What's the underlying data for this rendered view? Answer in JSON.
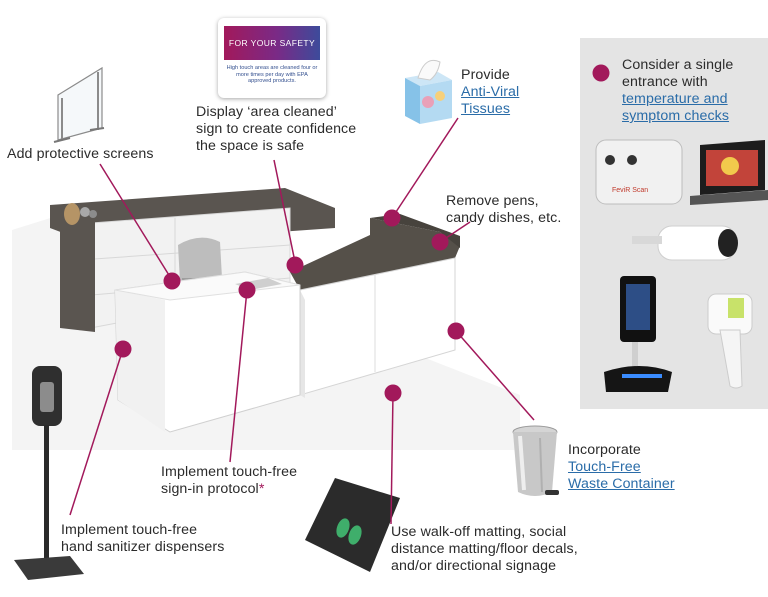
{
  "colors": {
    "accent": "#a2195b",
    "link": "#2a6ca8",
    "text": "#2b2b2b",
    "panel": "#e4e4e4"
  },
  "safety_sign": {
    "heading": "FOR YOUR SAFETY",
    "body": "High touch areas are cleaned four or more times per day with EPA approved products."
  },
  "labels": {
    "protective_screens": "Add protective screens",
    "area_cleaned": [
      "Display ‘area cleaned’",
      "sign to create confidence",
      "the space is safe"
    ],
    "tissues_prefix": "Provide",
    "tissues_link": [
      "Anti-Viral",
      "Tissues"
    ],
    "remove_pens": [
      "Remove pens,",
      "candy dishes, etc."
    ],
    "single_entrance": [
      "Consider a single",
      "entrance with"
    ],
    "temperature_link": [
      "temperature and",
      "symptom checks"
    ],
    "waste_prefix": "Incorporate",
    "waste_link": [
      "Touch-Free",
      "Waste Container"
    ],
    "sign_in": [
      "Implement touch-free",
      "sign-in protocol"
    ],
    "sign_in_asterisk": "*",
    "sanitizer": [
      "Implement touch-free",
      "hand sanitizer dispensers"
    ],
    "matting": [
      "Use walk-off matting, social",
      "distance matting/floor decals,",
      "and/or directional signage"
    ]
  },
  "devices": {
    "scanner_brand": "FeviR Scan"
  },
  "icons": [
    "tissue-box-icon",
    "protective-screen-icon",
    "waste-bin-icon",
    "sanitizer-dispenser-icon",
    "floor-mat-icon",
    "thermal-scanner-icon",
    "thermal-camera-icon",
    "kiosk-scanner-icon",
    "thermometer-icon"
  ]
}
